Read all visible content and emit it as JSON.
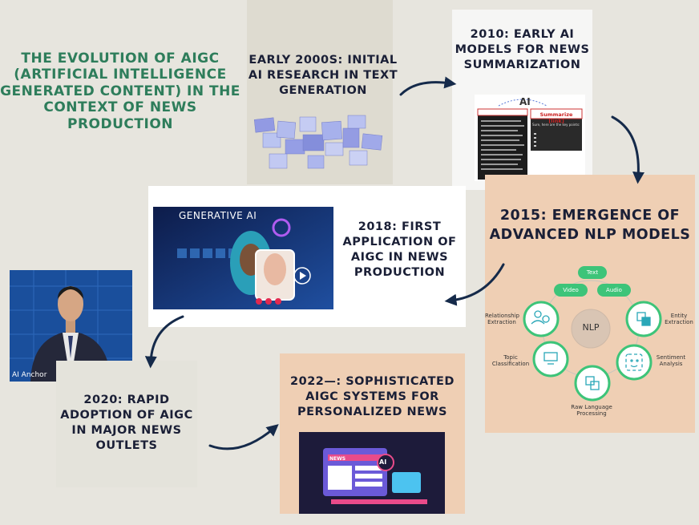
{
  "title": "THE EVOLUTION OF AIGC (ARTIFICIAL INTELLIGENCE GENERATED CONTENT) IN THE CONTEXT OF NEWS PRODUCTION",
  "milestones": {
    "early2000s": {
      "caption": "EARLY 2000S: INITIAL AI RESEARCH IN TEXT GENERATION"
    },
    "y2010": {
      "caption": "2010: EARLY AI MODELS FOR NEWS SUMMARIZATION",
      "ai_label": "AI",
      "summarize_label": "Summarize [link]",
      "summary_text": "Sure, here are the key points:"
    },
    "y2015": {
      "caption": "2015: EMERGENCE OF ADVANCED NLP MODELS",
      "center_label": "NLP",
      "pills": [
        "Text",
        "Video",
        "Audio"
      ],
      "nodes": [
        "Relationship Extraction",
        "Entity Extraction",
        "Topic Classification",
        "Sentiment Analysis",
        "Raw Language Processing"
      ]
    },
    "y2018": {
      "caption": "2018: FIRST APPLICATION OF AIGC IN NEWS PRODUCTION",
      "image_title": "GENERATIVE AI"
    },
    "y2020": {
      "caption": "2020: RAPID ADOPTION OF AIGC IN MAJOR NEWS OUTLETS",
      "anchor_label": "AI Anchor"
    },
    "y2022": {
      "caption": "2022—: SOPHISTICATED AIGC SYSTEMS FOR PERSONALIZED NEWS",
      "news_label": "NEWS",
      "ai_badge": "AI"
    }
  },
  "colors": {
    "background": "#e7e5de",
    "title_green": "#2e7d5b",
    "caption_navy": "#1a1f36",
    "arrow_navy": "#152a4a",
    "peach": "#efcfb4",
    "nlp_green": "#3dc479",
    "nlp_teal": "#2aa7b8"
  }
}
